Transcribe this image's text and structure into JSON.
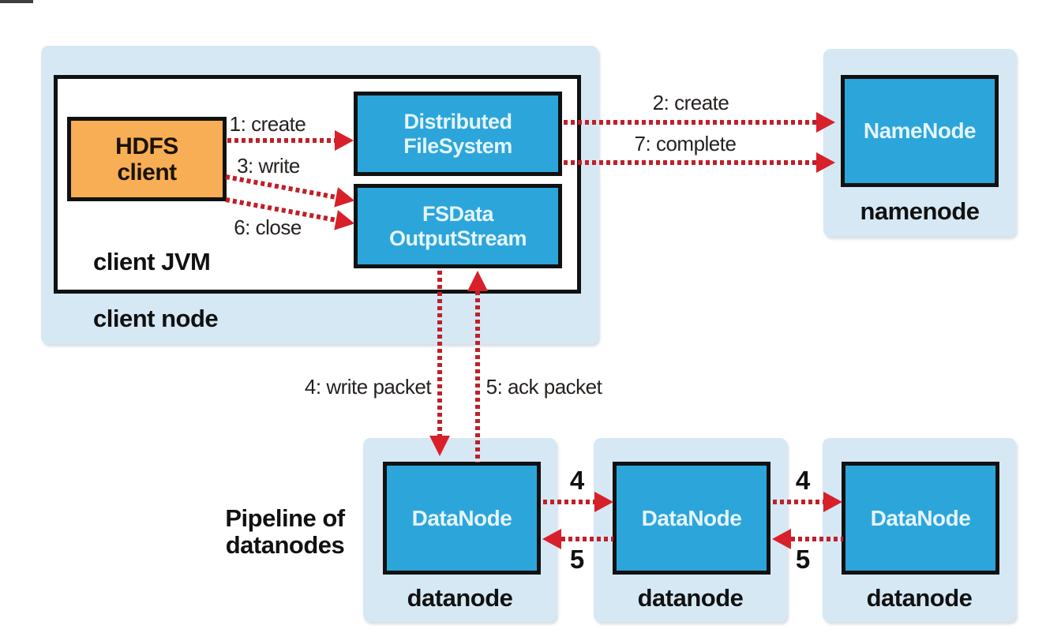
{
  "colors": {
    "group_fill": "#d5e8f4",
    "node_fill": "#2ca5da",
    "client_fill": "#f8ae54",
    "border": "#111111",
    "arrow_dot": "#bf2028",
    "arrow_head": "#d8202a",
    "node_text": "#e4f5fd",
    "label_text": "#1c1c1c"
  },
  "client_node": {
    "caption": "client node",
    "jvm_caption": "client JVM",
    "hdfs_client": {
      "line1": "HDFS",
      "line2": "client"
    },
    "distributed_filesystem": {
      "line1": "Distributed",
      "line2": "FileSystem"
    },
    "fsdata_outputstream": {
      "line1": "FSData",
      "line2": "OutputStream"
    }
  },
  "namenode": {
    "label": "NameNode",
    "caption": "namenode"
  },
  "pipeline": {
    "label_line1": "Pipeline of",
    "label_line2": "datanodes",
    "datanodes": [
      {
        "label": "DataNode",
        "caption": "datanode"
      },
      {
        "label": "DataNode",
        "caption": "datanode"
      },
      {
        "label": "DataNode",
        "caption": "datanode"
      }
    ],
    "forward_step": "4",
    "ack_step": "5"
  },
  "arrows": {
    "step1": "1: create",
    "step2": "2: create",
    "step3": "3: write",
    "step4_vertical": "4: write packet",
    "step5_vertical": "5: ack packet",
    "step6": "6: close",
    "step7": "7: complete"
  }
}
